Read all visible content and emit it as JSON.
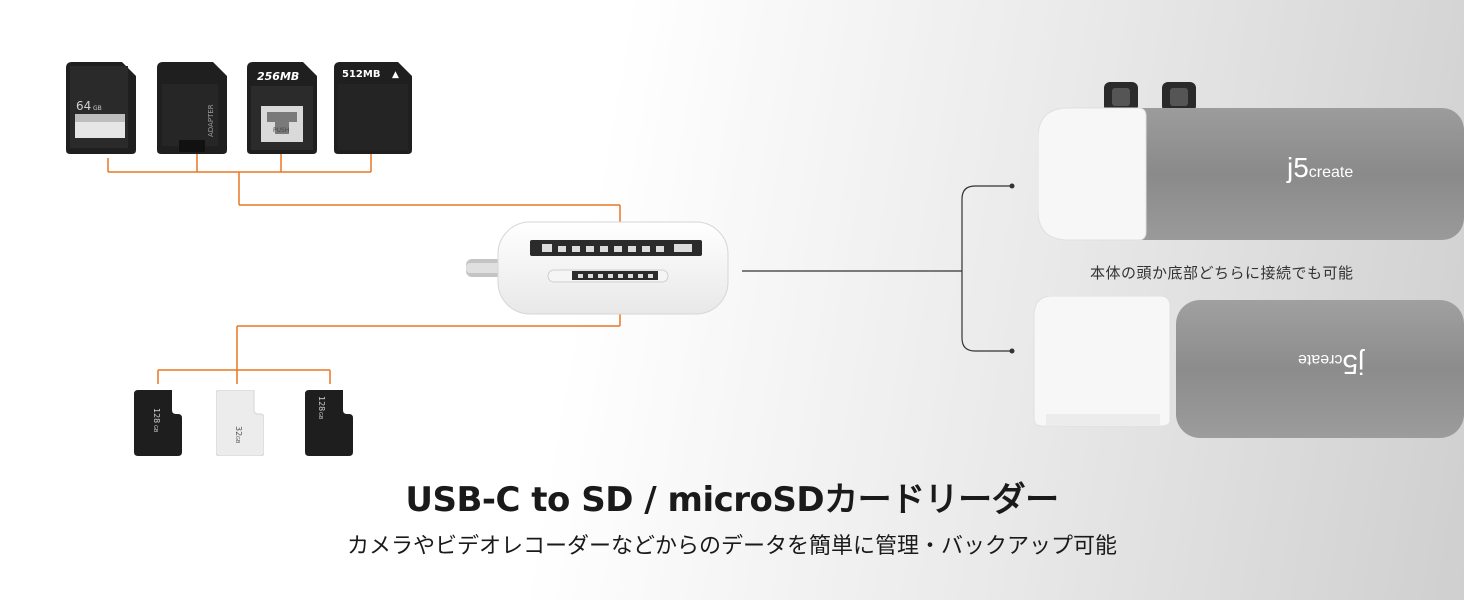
{
  "sd_cards": [
    {
      "label": "64",
      "unit": "GB"
    },
    {
      "label": "ADAPTER"
    },
    {
      "label": "256MB",
      "sub": "PUSH"
    },
    {
      "label": "512MB",
      "mark": "▲"
    }
  ],
  "micro_cards": [
    {
      "label": "128",
      "unit": "GB"
    },
    {
      "label": "32",
      "unit": "GB"
    },
    {
      "label": "128",
      "unit": "GB"
    }
  ],
  "brand": {
    "name_j5": "j5",
    "name_create": "create"
  },
  "caption": "本体の頭か底部どちらに接続でも可能",
  "title": "USB-C to SD / microSDカードリーダー",
  "subtitle": "カメラやビデオレコーダーなどからのデータを簡単に管理・バックアップ可能",
  "colors": {
    "connector_line": "#e87722",
    "dark_line": "#333333"
  }
}
